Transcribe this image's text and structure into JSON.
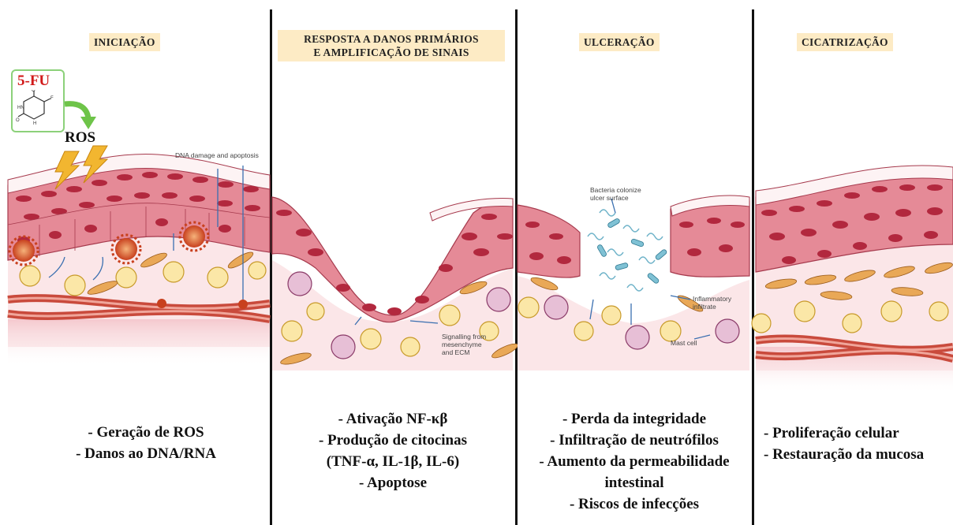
{
  "stages": [
    {
      "title": "INICIAÇÃO",
      "bullets": [
        "- Geração de ROS",
        "- Danos ao DNA/RNA"
      ]
    },
    {
      "title_lines": [
        "RESPOSTA A DANOS PRIMÁRIOS",
        "E AMPLIFICAÇÃO DE SINAIS"
      ],
      "bullets": [
        "- Ativação NF-κβ",
        "- Produção de citocinas",
        "(TNF-α, IL-1β, IL-6)",
        "- Apoptose"
      ]
    },
    {
      "title": "ULCERAÇÃO",
      "bullets": [
        "- Perda da integridade",
        "- Infiltração de neutrófilos",
        "- Aumento da permeabilidade",
        "intestinal",
        "- Riscos de infecções"
      ]
    },
    {
      "title": "CICATRIZAÇÃO",
      "bullets": [
        "- Proliferação celular",
        "- Restauração da mucosa"
      ]
    }
  ],
  "drug": {
    "name": "5-FU",
    "reactive": "ROS"
  },
  "annotations": {
    "dna_damage": "DNA damage and apoptosis",
    "signalling": [
      "Signalling from",
      "mesenchyme",
      "and ECM"
    ],
    "bacteria": [
      "Bacteria colonize",
      "ulcer surface"
    ],
    "inflammatory": [
      "Inflammatory",
      "infiltrate"
    ],
    "mast_cell": "Mast cell"
  },
  "colors": {
    "title_bg": "#fdebc5",
    "cell": "#e58a97",
    "nucleus": "#b2283e",
    "vessel": "#c94a3c",
    "fibroblast": "#e9a857",
    "bacteria": "#6fb3c9",
    "drug_box": "#8cd17a",
    "arrow": "#6ec449",
    "lightning": "#f2b630"
  }
}
